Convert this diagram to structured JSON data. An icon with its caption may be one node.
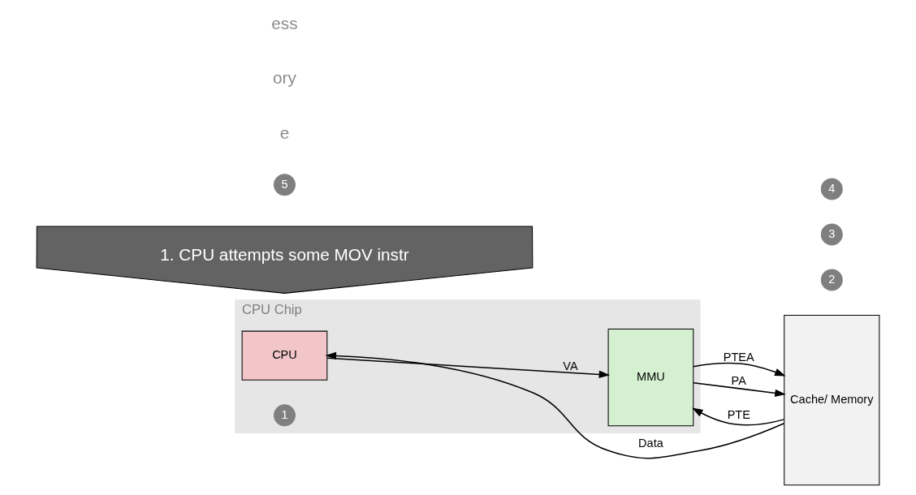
{
  "diagram": {
    "nodes": [
      {
        "text": [
          "CPU Chip"
        ]
      },
      {
        "text": [
          "CPU"
        ],
        "in": 0
      },
      {
        "text": [
          "MMU"
        ],
        "in": 0
      },
      {
        "text": [
          "Cache/ Memory"
        ]
      },
      {
        "text": [
          "1. CPU attempts some MOV instr"
        ]
      },
      {
        "text": [
          "1"
        ],
        "in": 0
      },
      {
        "text": [
          "2"
        ]
      },
      {
        "text": [
          "3"
        ]
      },
      {
        "text": [
          "4"
        ]
      },
      {
        "text": [
          "5"
        ]
      }
    ],
    "edges": [
      {
        "from": 1,
        "to": 2,
        "arrow": "to",
        "label": "VA"
      },
      {
        "from": 2,
        "to": 3,
        "arrow": "to",
        "label": "PTEA"
      },
      {
        "from": 3,
        "to": 2,
        "arrow": "to",
        "label": "PTE"
      },
      {
        "from": 2,
        "to": 3,
        "arrow": "to",
        "label": "PA"
      },
      {
        "from": 3,
        "to": 1,
        "arrow": "to",
        "label": "Data"
      }
    ],
    "labels": [
      "e",
      "ory",
      "ess"
    ]
  }
}
